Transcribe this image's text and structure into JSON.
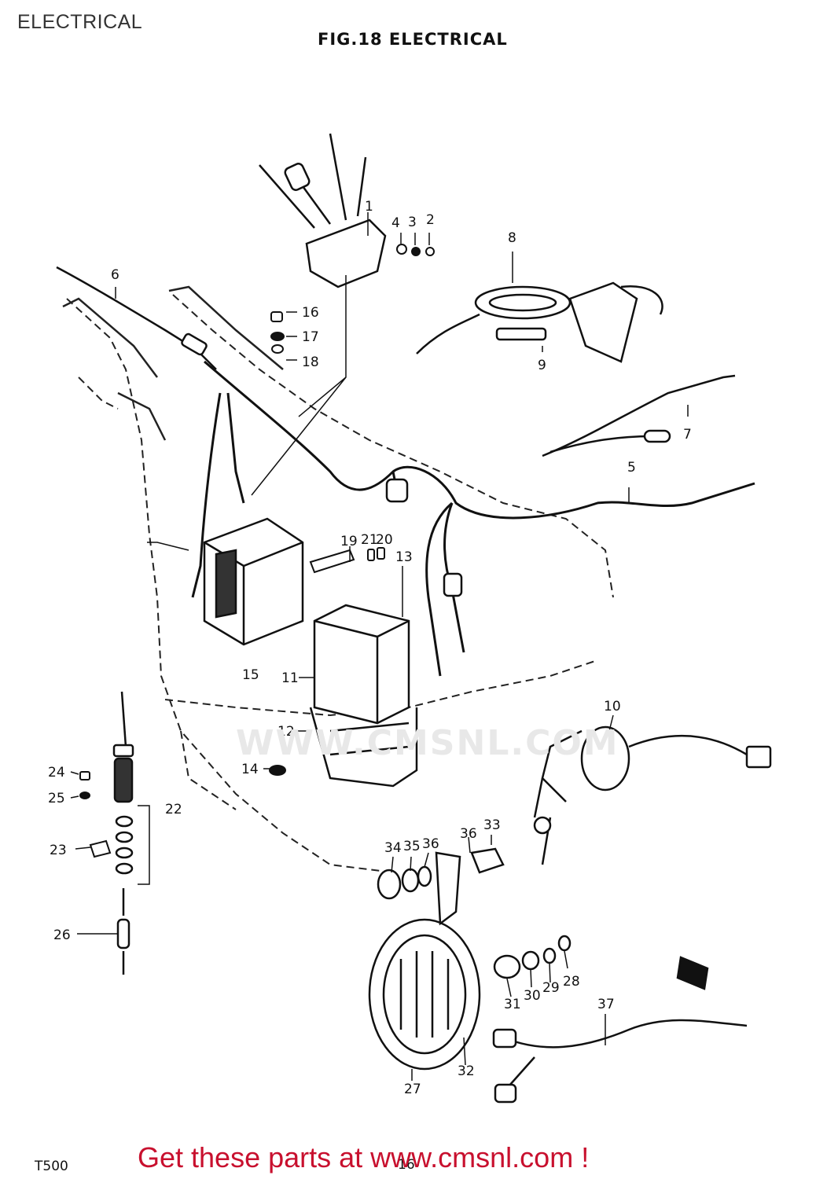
{
  "header": {
    "title": "ELECTRICAL"
  },
  "figure": {
    "title": "FIG.18  ELECTRICAL",
    "model": "T500",
    "page_number": "16-"
  },
  "watermark": {
    "text": "WWW.CMSNL.COM"
  },
  "footer": {
    "text": "Get these parts at www.cmsnl.com !",
    "color": "#c8102e"
  },
  "callouts": [
    "1",
    "2",
    "3",
    "4",
    "5",
    "6",
    "7",
    "8",
    "9",
    "10",
    "11",
    "12",
    "13",
    "14",
    "15",
    "16",
    "17",
    "18",
    "19",
    "20",
    "21",
    "22",
    "23",
    "24",
    "25",
    "26",
    "27",
    "28",
    "29",
    "30",
    "31",
    "32",
    "33",
    "34",
    "35",
    "36",
    "36",
    "37"
  ]
}
